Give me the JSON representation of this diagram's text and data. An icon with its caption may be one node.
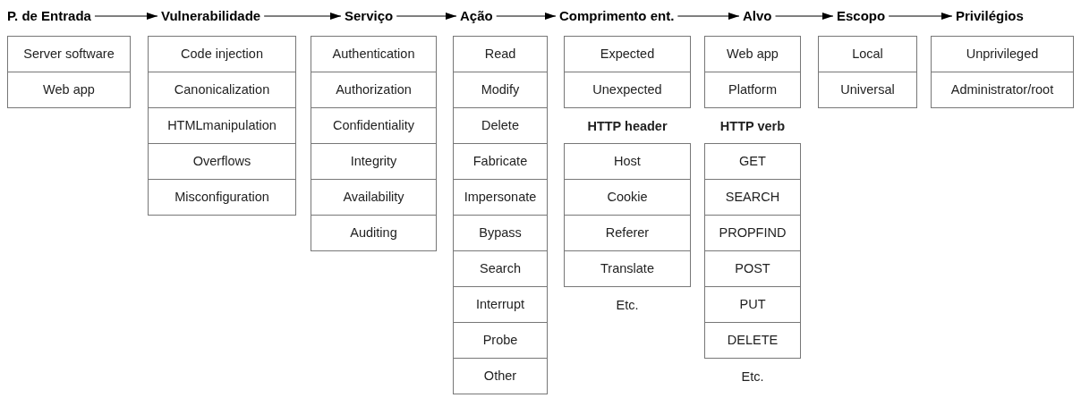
{
  "diagram": {
    "nodes": [
      {
        "text": [
          "P. de Entrada"
        ]
      },
      {
        "text": [
          "Vulnerabilidade"
        ]
      },
      {
        "text": [
          "Serviço"
        ]
      },
      {
        "text": [
          "Ação"
        ]
      },
      {
        "text": [
          "Comprimento ent."
        ]
      },
      {
        "text": [
          "Alvo"
        ]
      },
      {
        "text": [
          "Escopo"
        ]
      },
      {
        "text": [
          "Privilégios"
        ]
      },
      {
        "text": [
          "Server software"
        ]
      },
      {
        "text": [
          "Web app"
        ]
      },
      {
        "text": [
          "Code injection"
        ]
      },
      {
        "text": [
          "Canonicalization"
        ]
      },
      {
        "text": [
          "HTMLmanipulation"
        ]
      },
      {
        "text": [
          "Overflows"
        ]
      },
      {
        "text": [
          "Misconfiguration"
        ]
      },
      {
        "text": [
          "Authentication"
        ]
      },
      {
        "text": [
          "Authorization"
        ]
      },
      {
        "text": [
          "Confidentiality"
        ]
      },
      {
        "text": [
          "Integrity"
        ]
      },
      {
        "text": [
          "Availability"
        ]
      },
      {
        "text": [
          "Auditing"
        ]
      },
      {
        "text": [
          "Read"
        ]
      },
      {
        "text": [
          "Modify"
        ]
      },
      {
        "text": [
          "Delete"
        ]
      },
      {
        "text": [
          "Fabricate"
        ]
      },
      {
        "text": [
          "Impersonate"
        ]
      },
      {
        "text": [
          "Bypass"
        ]
      },
      {
        "text": [
          "Search"
        ]
      },
      {
        "text": [
          "Interrupt"
        ]
      },
      {
        "text": [
          "Probe"
        ]
      },
      {
        "text": [
          "Other"
        ]
      },
      {
        "text": [
          "Expected"
        ]
      },
      {
        "text": [
          "Unexpected"
        ]
      },
      {
        "text": [
          "Host"
        ]
      },
      {
        "text": [
          "Cookie"
        ]
      },
      {
        "text": [
          "Referer"
        ]
      },
      {
        "text": [
          "Translate"
        ]
      },
      {
        "text": [
          "Web app"
        ]
      },
      {
        "text": [
          "Platform"
        ]
      },
      {
        "text": [
          "GET"
        ]
      },
      {
        "text": [
          "SEARCH"
        ]
      },
      {
        "text": [
          "PROPFIND"
        ]
      },
      {
        "text": [
          "POST"
        ]
      },
      {
        "text": [
          "PUT"
        ]
      },
      {
        "text": [
          "DELETE"
        ]
      },
      {
        "text": [
          "Local"
        ]
      },
      {
        "text": [
          "Universal"
        ]
      },
      {
        "text": [
          "Unprivileged"
        ]
      },
      {
        "text": [
          "Administrator/root"
        ]
      }
    ],
    "edges": [
      {
        "from": 0,
        "to": 1,
        "arrow": "to"
      },
      {
        "from": 1,
        "to": 2,
        "arrow": "to"
      },
      {
        "from": 2,
        "to": 3,
        "arrow": "to"
      },
      {
        "from": 3,
        "to": 4,
        "arrow": "to"
      },
      {
        "from": 4,
        "to": 5,
        "arrow": "to"
      },
      {
        "from": 5,
        "to": 6,
        "arrow": "to"
      },
      {
        "from": 6,
        "to": 7,
        "arrow": "to"
      }
    ],
    "labels": [
      "HTTP header",
      "HTTP verb",
      "Etc.",
      "Etc."
    ]
  }
}
